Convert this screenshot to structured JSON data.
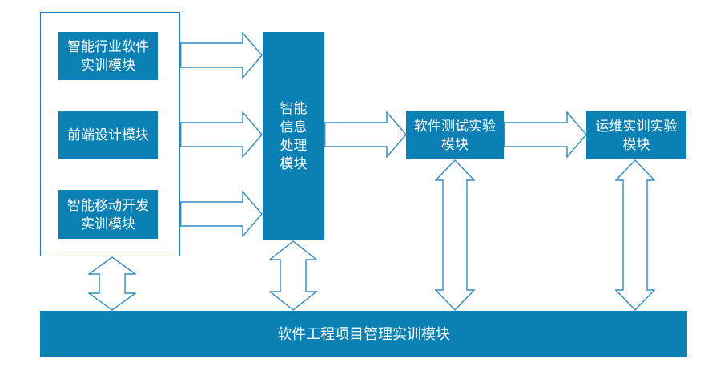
{
  "colors": {
    "shape_fill": "#0a80b4",
    "shape_stroke": "#2e8cc2",
    "box_border": "#1d81b4",
    "text_color": "#ffffff"
  },
  "diagram": {
    "source_group": {
      "modules": [
        {
          "id": "industry-software",
          "label": "智能行业软件\n实训模块"
        },
        {
          "id": "frontend-design",
          "label": "前端设计模块"
        },
        {
          "id": "mobile-dev",
          "label": "智能移动开发\n实训模块"
        }
      ]
    },
    "hub": {
      "label": "智能\n信息\n处理\n模块"
    },
    "downstream": [
      {
        "id": "software-testing",
        "label": "软件测试实验\n模块"
      },
      {
        "id": "ops-training",
        "label": "运维实训实验\n模块"
      }
    ],
    "base_bar": {
      "label": "软件工程项目管理实训模块"
    }
  }
}
